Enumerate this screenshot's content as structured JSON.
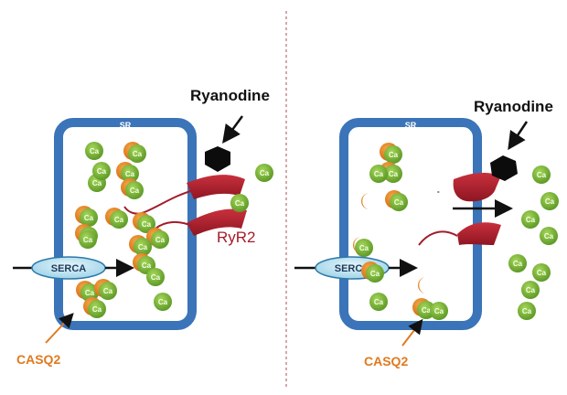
{
  "left_panel": {
    "sr_label": "SR",
    "ryanodine_label": "Ryanodine",
    "serca_label": "SERCA",
    "ryr2_label": "RyR2",
    "casq2_label": "CASQ2",
    "ion_label": "Ca"
  },
  "right_panel": {
    "sr_label": "SR",
    "ryanodine_label": "Ryanodine",
    "serca_label": "SERCA",
    "casq2_label": "CASQ2",
    "ion_label": "Ca"
  },
  "colors": {
    "sr_border": "#3b74b8",
    "calcium": "#7ab83a",
    "casq2": "#e8861f",
    "ryr2": "#b0202e",
    "serca": "#bfe4f2",
    "divider": "#c88a8a"
  }
}
